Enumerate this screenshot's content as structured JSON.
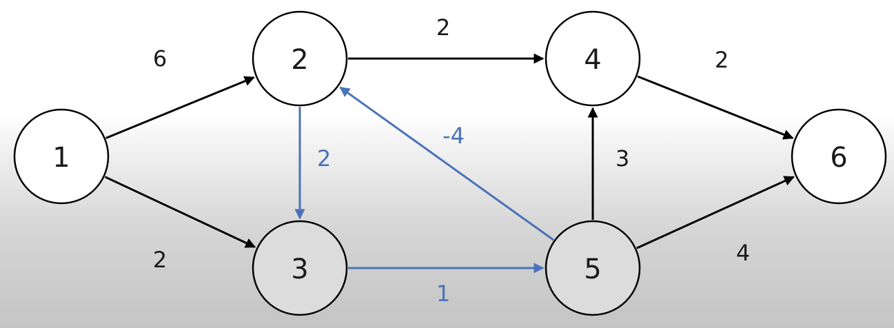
{
  "colors": {
    "default_edge": "#000000",
    "highlight_edge": "#4a72b8",
    "node_fill": "#ffffff",
    "node_fill_shaded": "#dcdcdc",
    "node_stroke": "#000000",
    "label": "#1a1a1a"
  },
  "nodes": [
    {
      "id": "1",
      "label": "1"
    },
    {
      "id": "2",
      "label": "2"
    },
    {
      "id": "3",
      "label": "3"
    },
    {
      "id": "4",
      "label": "4"
    },
    {
      "id": "5",
      "label": "5"
    },
    {
      "id": "6",
      "label": "6"
    }
  ],
  "edges": [
    {
      "id": "1-2",
      "from": "1",
      "to": "2",
      "weight": "6",
      "highlighted": false
    },
    {
      "id": "1-3",
      "from": "1",
      "to": "3",
      "weight": "2",
      "highlighted": false
    },
    {
      "id": "2-4",
      "from": "2",
      "to": "4",
      "weight": "2",
      "highlighted": false
    },
    {
      "id": "2-3",
      "from": "2",
      "to": "3",
      "weight": "2",
      "highlighted": true
    },
    {
      "id": "5-2",
      "from": "5",
      "to": "2",
      "weight": "-4",
      "highlighted": true
    },
    {
      "id": "3-5",
      "from": "3",
      "to": "5",
      "weight": "1",
      "highlighted": true
    },
    {
      "id": "5-4",
      "from": "5",
      "to": "4",
      "weight": "3",
      "highlighted": false
    },
    {
      "id": "4-6",
      "from": "4",
      "to": "6",
      "weight": "2",
      "highlighted": false
    },
    {
      "id": "5-6",
      "from": "5",
      "to": "6",
      "weight": "4",
      "highlighted": false
    }
  ]
}
